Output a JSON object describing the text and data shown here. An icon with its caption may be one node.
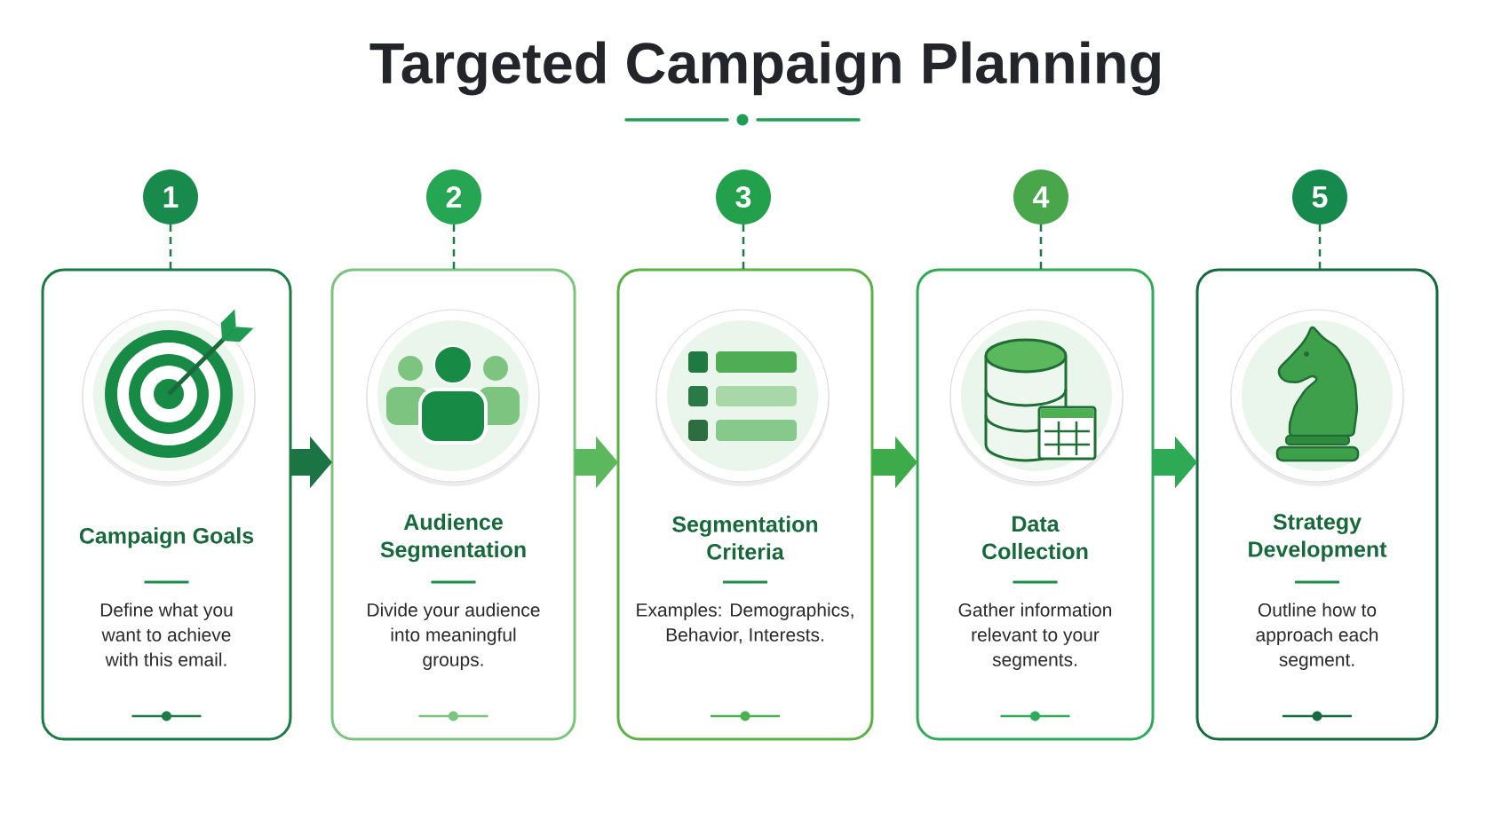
{
  "diagram": {
    "title": "Targeted Campaign Planning",
    "nodes": [
      {
        "text": [
          "1"
        ]
      },
      {
        "text": [
          "2"
        ]
      },
      {
        "text": [
          "3"
        ]
      },
      {
        "text": [
          "4"
        ]
      },
      {
        "text": [
          "5"
        ]
      },
      {
        "text": [
          "Campaign Goals",
          "Define what you want to achieve with this email."
        ]
      },
      {
        "text": [
          "Audience Segmentation",
          "Divide your audience into meaningful groups."
        ]
      },
      {
        "text": [
          "Segmentation Criteria",
          "Examples: Demographics, Behavior, Interests."
        ]
      },
      {
        "text": [
          "Data Collection",
          "Gather information relevant to your segments."
        ]
      },
      {
        "text": [
          "Strategy Development",
          "Outline how to approach each segment."
        ]
      }
    ],
    "edges": [
      {
        "from": 0,
        "to": 5,
        "arrow": "none",
        "style": "dashed",
        "color": "#1b7a45"
      },
      {
        "from": 1,
        "to": 6,
        "arrow": "none",
        "style": "dashed",
        "color": "#1b7a45"
      },
      {
        "from": 2,
        "to": 7,
        "arrow": "none",
        "style": "dashed",
        "color": "#1b7a45"
      },
      {
        "from": 3,
        "to": 8,
        "arrow": "none",
        "style": "dashed",
        "color": "#1b7a45"
      },
      {
        "from": 4,
        "to": 9,
        "arrow": "none",
        "style": "dashed",
        "color": "#1b7a45"
      },
      {
        "from": 5,
        "to": 6,
        "arrow": "to",
        "style": "thick",
        "color": "#1a7444"
      },
      {
        "from": 6,
        "to": 7,
        "arrow": "to",
        "style": "thick",
        "color": "#5cb85c"
      },
      {
        "from": 7,
        "to": 8,
        "arrow": "to",
        "style": "thick",
        "color": "#3eab4a"
      },
      {
        "from": 8,
        "to": 9,
        "arrow": "to",
        "style": "thick",
        "color": "#2eaa55"
      }
    ]
  }
}
